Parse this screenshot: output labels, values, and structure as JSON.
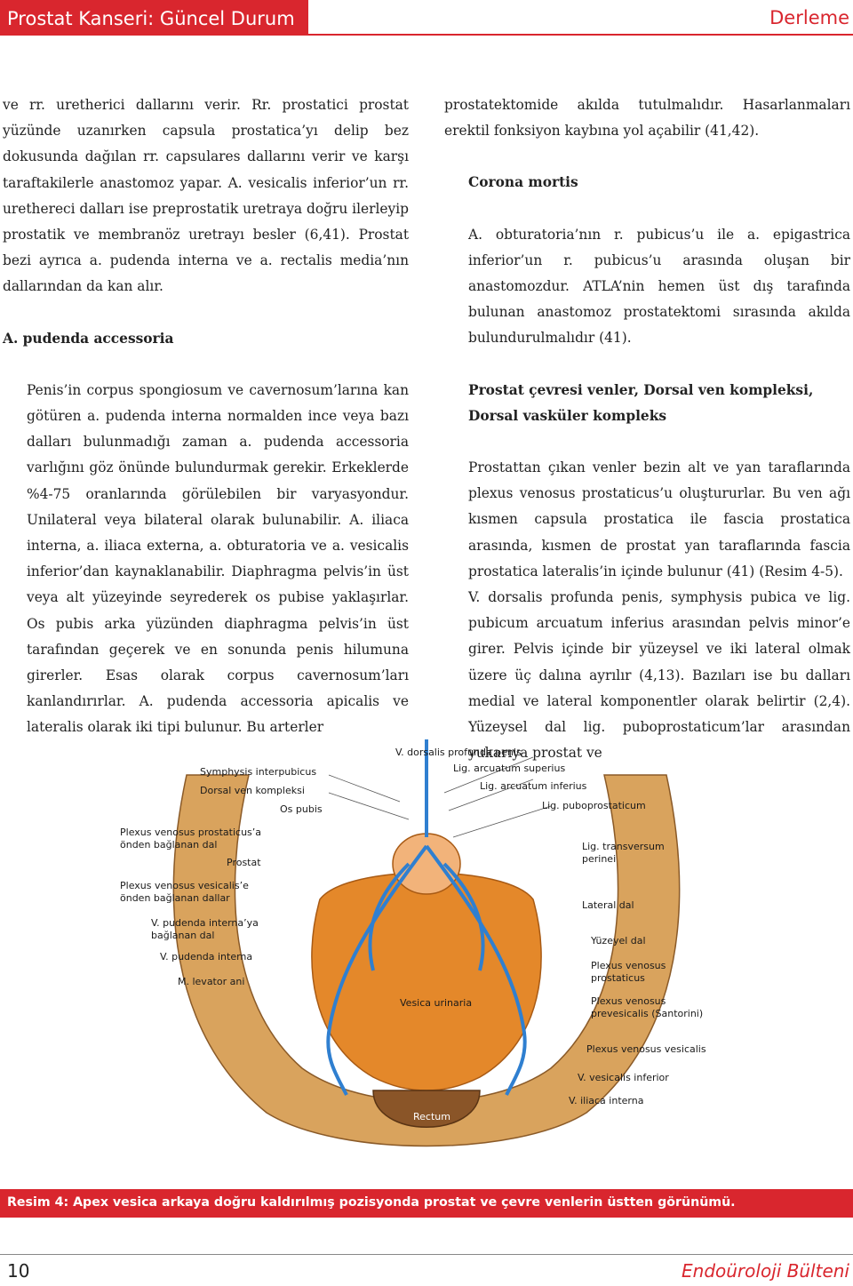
{
  "header": {
    "journal_section": "Prostat Kanseri: Güncel Durum",
    "article_type": "Derleme"
  },
  "left_column": {
    "p1": "ve rr. uretherici dallarını verir. Rr. prostatici prostat yüzünde uzanırken capsula prostatica’yı delip bez dokusunda dağılan rr. capsulares dallarını verir ve karşı taraftakilerle anastomoz yapar. A. vesicalis inferior’un rr. urethereci dalları ise preprostatik uretraya doğru ilerleyip prostatik ve membranöz uretrayı besler (6,41). Prostat bezi ayrıca a. pudenda interna ve a. rectalis media’nın dallarından da kan alır.",
    "heading1": "A. pudenda accessoria",
    "p2": "Penis’in corpus spongiosum ve cavernosum’larına kan götüren a. pudenda interna normalden ince veya bazı dalları bulunmadığı zaman a. pudenda accessoria varlığını göz önünde bulundurmak gerekir. Erkeklerde %4-75 oranlarında görülebilen bir varyasyondur. Unilateral veya bilateral olarak bulunabilir. A. iliaca interna, a. iliaca externa, a. obturatoria ve a. vesicalis inferior’dan kaynaklanabilir. Diaphragma pelvis’in üst veya alt yüzeyinde seyrederek os pubise yaklaşırlar. Os pubis arka yüzünden diaphragma pelvis’in üst tarafından geçerek ve en sonunda penis hilumuna girerler. Esas olarak corpus cavernosum’ları kanlandırırlar. A. pudenda accessoria apicalis ve lateralis olarak iki tipi bulunur. Bu arterler"
  },
  "right_column": {
    "p1": "prostatektomide akılda tutulmalıdır. Hasarlanmaları erektil fonksiyon kaybına yol açabilir (41,42).",
    "heading1": "Corona mortis",
    "p2": "A. obturatoria’nın r. pubicus’u ile a. epigastrica inferior’un r. pubicus’u arasında oluşan bir anastomozdur. ATLA’nin hemen üst dış tarafında bulunan anastomoz prostatektomi sırasında akılda bulundurulmalıdır (41).",
    "heading2_line1": "Prostat çevresi venler, Dorsal ven kompleksi,",
    "heading2_line2": "Dorsal vasküler kompleks",
    "p3": "Prostattan çıkan venler bezin alt ve yan taraflarında plexus venosus prostaticus’u oluştururlar. Bu ven ağı kısmen capsula prostatica ile fascia prostatica arasında, kısmen de prostat yan taraflarında fascia prostatica lateralis’in içinde bulunur (41) (Resim 4-5).",
    "p4": "V. dorsalis profunda penis, symphysis pubica ve lig. pubicum arcuatum inferius arasından pelvis minor’e girer. Pelvis içinde bir yüzeysel ve iki lateral olmak üzere üç dalına ayrılır (4,13). Bazıları ise bu dalları medial ve lateral komponentler olarak belirtir (2,4). Yüzeysel dal lig. puboprostaticum’lar arasından yukarıya prostat ve"
  },
  "figure": {
    "labels_left": [
      "Symphysis interpubicus",
      "Dorsal ven kompleksi",
      "Os pubis",
      "Plexus venosus prostaticus’a",
      "önden bağlanan dal",
      "Prostat",
      "Plexus venosus vesicalis’e",
      "önden bağlanan dallar",
      "V. pudenda interna’ya",
      "bağlanan dal",
      "V. pudenda interna",
      "M. levator ani"
    ],
    "labels_right": [
      "V. dorsalis profunda penis",
      "Lig. arcuatum superius",
      "Lig. arcuatum inferius",
      "Lig. puboprostaticum",
      "Lig. transversum",
      "perinei",
      "Lateral dal",
      "Yüzeyel dal",
      "Plexus venosus",
      "prostaticus",
      "Plexus venosus",
      "prevesicalis (Santorini)",
      "Plexus venosus vesicalis",
      "V. vesicalis inferior",
      "V. iliaca interna"
    ],
    "label_vesica": "Vesica urinaria",
    "label_rectum": "Rectum"
  },
  "caption": {
    "label": "Resim 4:",
    "text": "Apex vesica arkaya doğru kaldırılmış pozisyonda prostat ve çevre venlerin üstten görünümü."
  },
  "footer": {
    "page_number": "10",
    "journal": "Endoüroloji Bülteni"
  },
  "colors": {
    "brand_red": "#d9262e",
    "vein_blue": "#2f7fd0",
    "bladder_orange": "#e4882a",
    "muscle_tan": "#d9a35d",
    "rectum_brown": "#8a5528"
  }
}
